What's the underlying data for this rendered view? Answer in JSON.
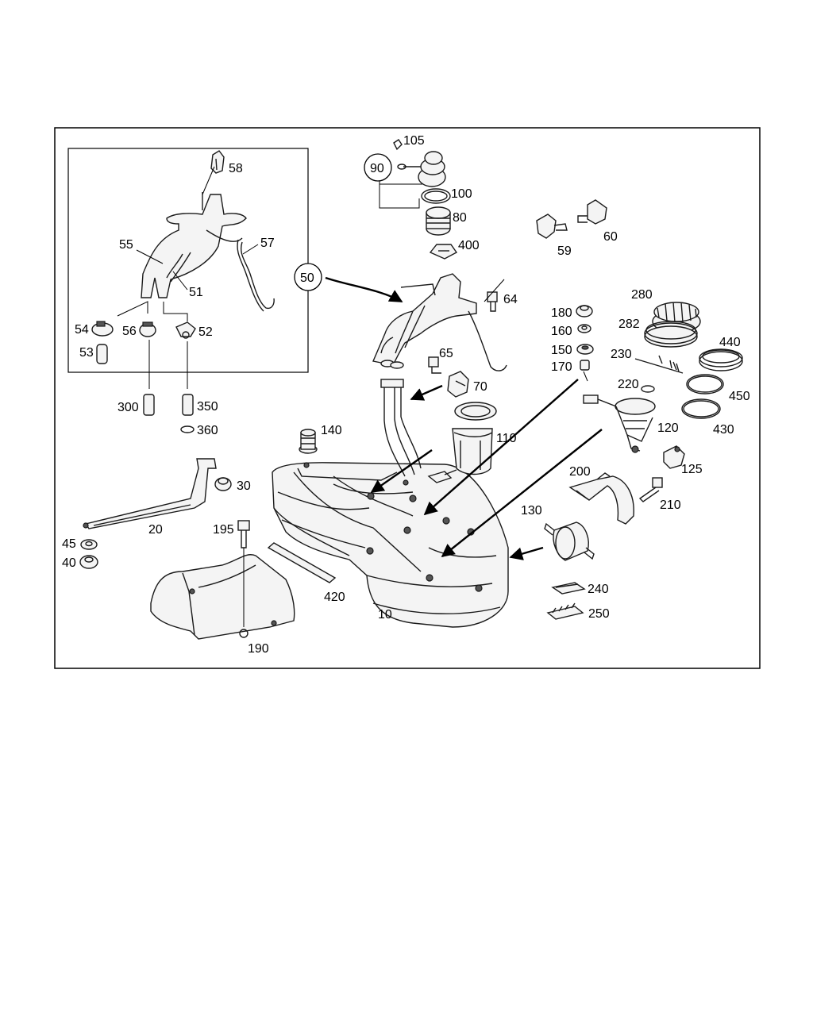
{
  "callouts": {
    "c10": "10",
    "c20": "20",
    "c30": "30",
    "c40": "40",
    "c45": "45",
    "c50": "50",
    "c51": "51",
    "c52": "52",
    "c53": "53",
    "c54": "54",
    "c55": "55",
    "c56": "56",
    "c57": "57",
    "c58": "58",
    "c59": "59",
    "c60": "60",
    "c64": "64",
    "c65": "65",
    "c70": "70",
    "c80": "80",
    "c90": "90",
    "c100": "100",
    "c105": "105",
    "c110": "110",
    "c120": "120",
    "c125": "125",
    "c130": "130",
    "c140": "140",
    "c150": "150",
    "c160": "160",
    "c170": "170",
    "c180": "180",
    "c190": "190",
    "c195": "195",
    "c200": "200",
    "c210": "210",
    "c220": "220",
    "c230": "230",
    "c240": "240",
    "c250": "250",
    "c280": "280",
    "c282": "282",
    "c300": "300",
    "c350": "350",
    "c360": "360",
    "c400": "400",
    "c420": "420",
    "c430": "430",
    "c440": "440",
    "c450": "450"
  }
}
